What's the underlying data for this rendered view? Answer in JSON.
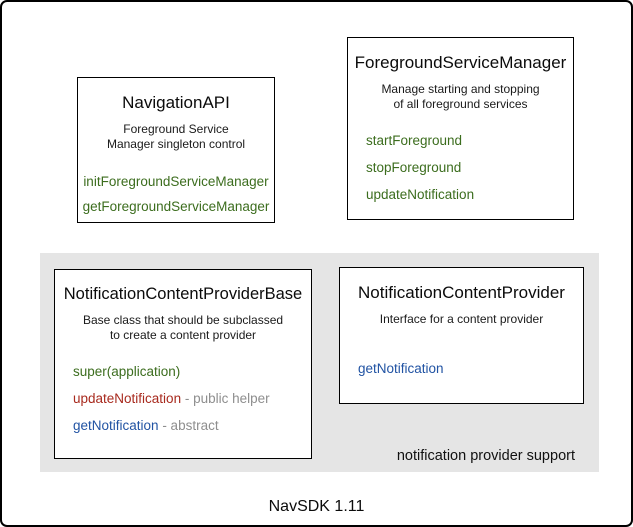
{
  "window": {
    "footer_label": "NavSDK 1.11"
  },
  "panel": {
    "label": "notification provider support"
  },
  "boxes": [
    {
      "id": "navigation-api",
      "title": "NavigationAPI",
      "description": "Foreground Service\nManager singleton control",
      "methods": [
        {
          "name": "initForegroundServiceManager",
          "color": "green"
        },
        {
          "name": "getForegroundServiceManager",
          "color": "green"
        }
      ]
    },
    {
      "id": "foreground-service-manager",
      "title": "ForegroundServiceManager",
      "description": "Manage starting and stopping\nof all foreground services",
      "methods": [
        {
          "name": "startForeground",
          "color": "green"
        },
        {
          "name": "stopForeground",
          "color": "green"
        },
        {
          "name": "updateNotification",
          "color": "green"
        }
      ]
    },
    {
      "id": "notification-content-provider-base",
      "title": "NotificationContentProviderBase",
      "description": "Base class that should be subclassed\nto create a content provider",
      "methods": [
        {
          "name": "super(application)",
          "color": "green"
        },
        {
          "name": "updateNotification",
          "suffix": " - public helper",
          "color": "red"
        },
        {
          "name": "getNotification",
          "suffix": " - abstract",
          "color": "blue"
        }
      ]
    },
    {
      "id": "notification-content-provider",
      "title": "NotificationContentProvider",
      "description": "Interface for a content provider",
      "methods": [
        {
          "name": "getNotification",
          "color": "blue"
        }
      ]
    }
  ],
  "colors": {
    "method_green": "#3c6d1e",
    "method_red": "#a82a1e",
    "method_blue": "#2153a3",
    "annotation_gray": "#8e8e8e",
    "panel_background": "#e5e5e5",
    "box_border": "#000000",
    "background": "#ffffff"
  }
}
